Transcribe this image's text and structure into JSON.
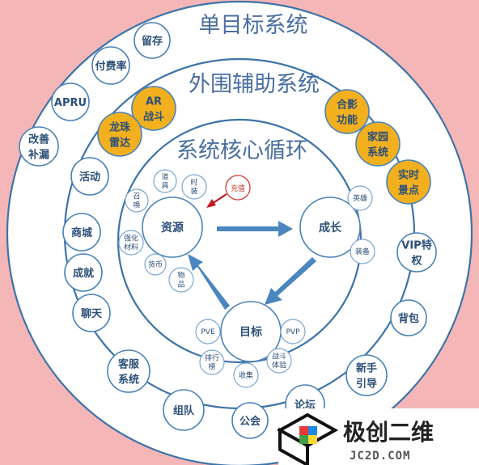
{
  "titles": {
    "outer": "单目标系统",
    "middle": "外围辅助系统",
    "inner": "系统核心循环"
  },
  "outer_nodes": [
    "留存",
    "付费率",
    "APRU",
    "改善\n补漏",
    "活动",
    "商城",
    "成就",
    "聊天",
    "客服\n系统",
    "组队",
    "公会",
    "论坛",
    "新手\n引导",
    "背包",
    "VIP特\n权"
  ],
  "gold_nodes": [
    "AR\n战斗",
    "龙珠\n雷达",
    "合影\n功能",
    "家园\n系统",
    "实时\n景点"
  ],
  "core": {
    "resource": "资源",
    "growth": "成长",
    "goal": "目标"
  },
  "resource_subs": [
    "道\n具",
    "时\n装",
    "召\n唤",
    "强化\n材料",
    "货币",
    "物\n品"
  ],
  "recharge": "充值",
  "growth_subs": [
    "英雄",
    "装备"
  ],
  "goal_subs": [
    "PVE",
    "PVP",
    "排行\n榜",
    "收集",
    "战斗\n体验"
  ],
  "logo": {
    "name": "极创二维",
    "url": "JC2D.COM"
  },
  "colors": {
    "ring": "#3d73a8",
    "gold": "#f2b01e",
    "arrow": "#4a86bf",
    "title": "#4a6fa0"
  }
}
